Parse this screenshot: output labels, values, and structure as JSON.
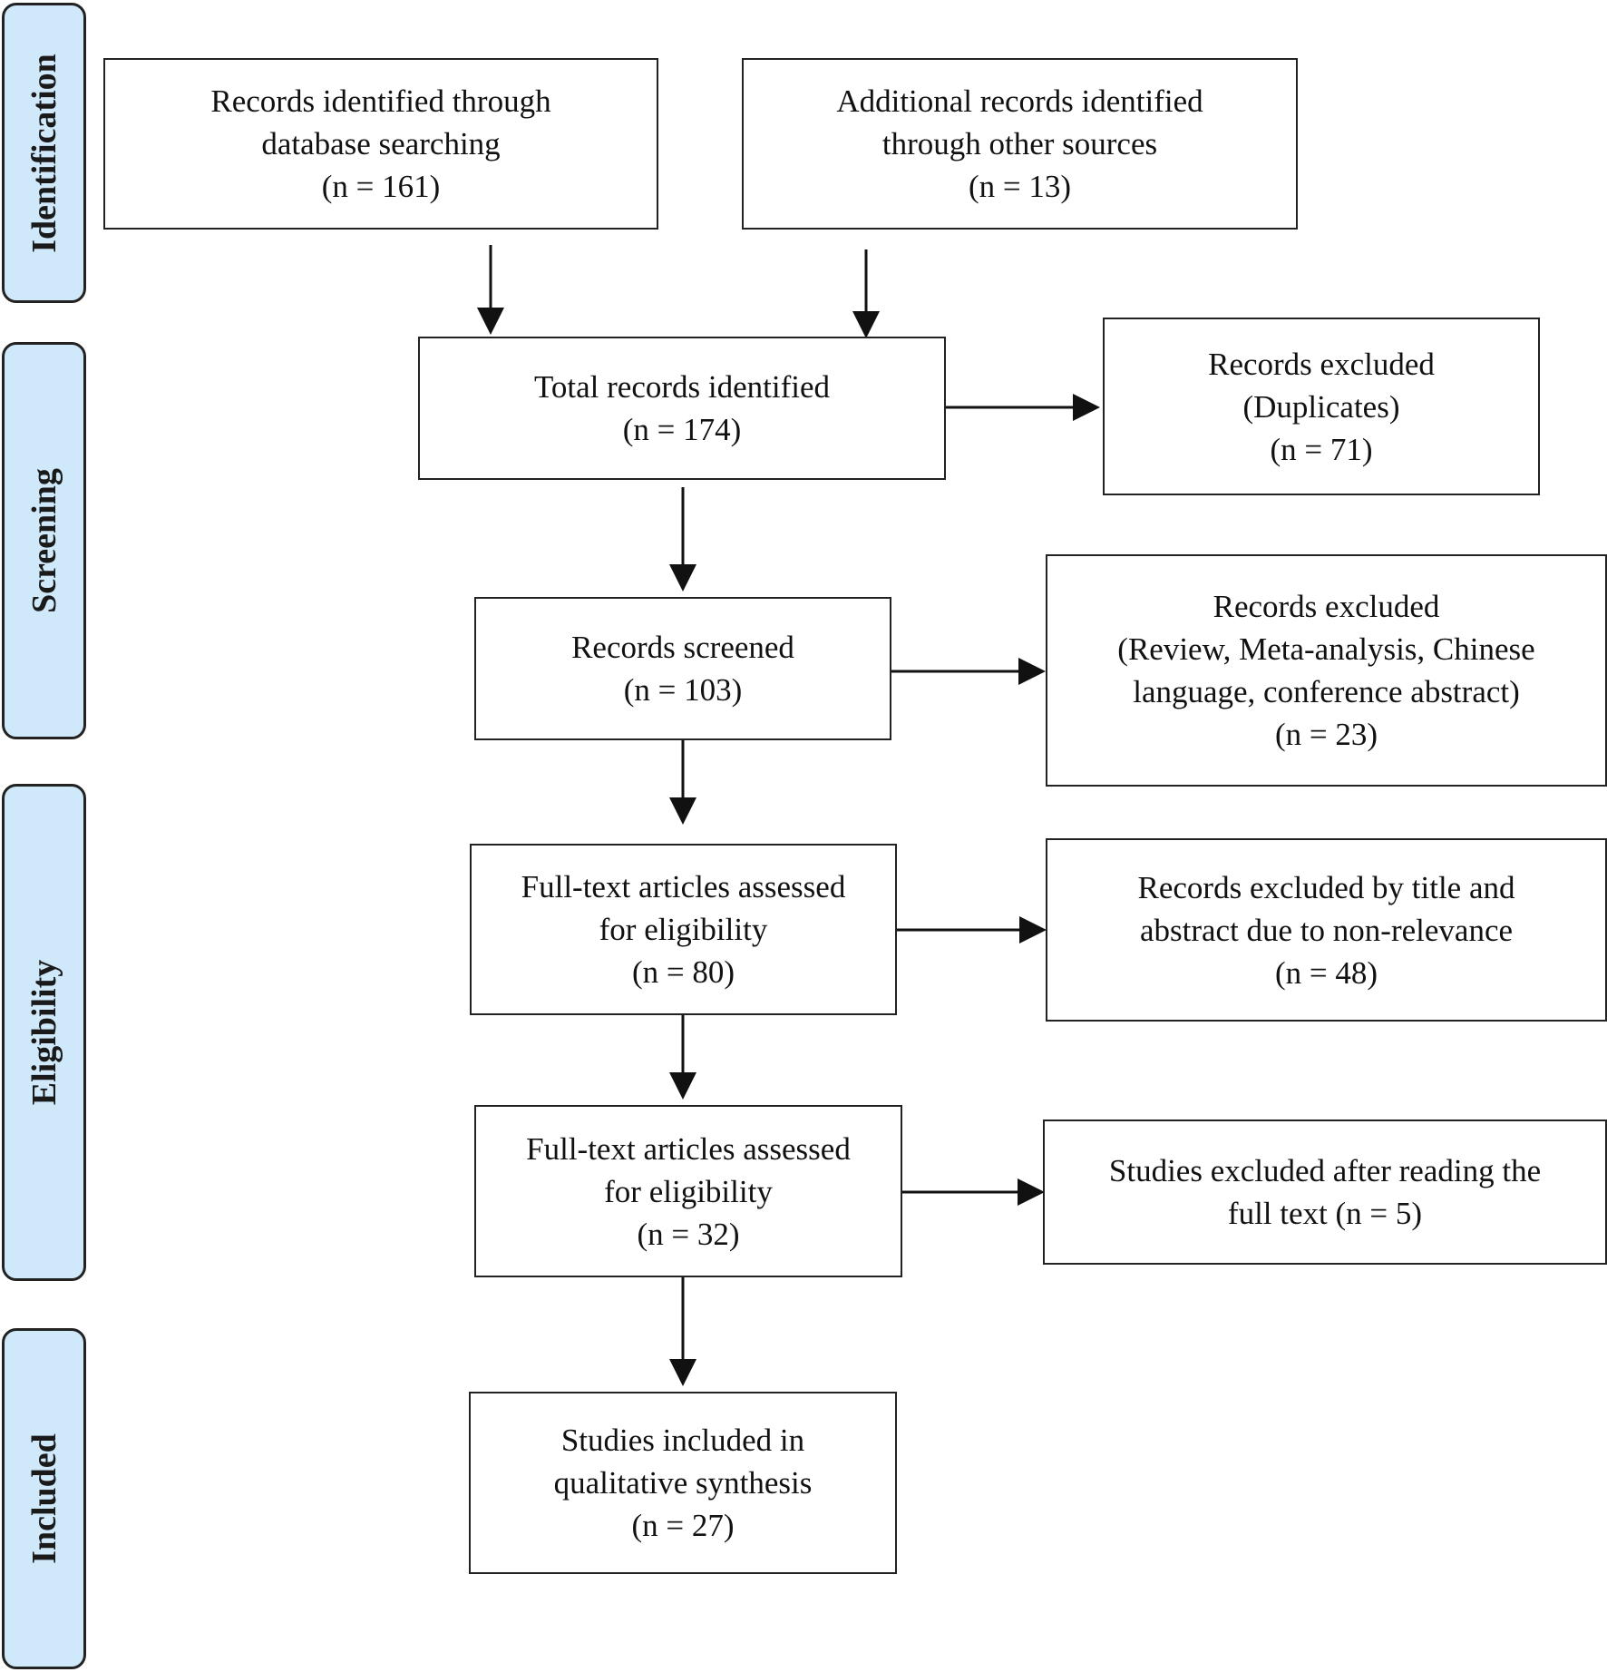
{
  "phases": {
    "identification": "Identification",
    "screening": "Screening",
    "eligibility": "Eligibility",
    "included": "Included"
  },
  "boxes": {
    "database": {
      "line1": "Records identified through",
      "line2": "database searching",
      "line3": "(n = 161)"
    },
    "other_sources": {
      "line1": "Additional records identified",
      "line2": "through other sources",
      "line3": "(n = 13)"
    },
    "total": {
      "line1": "Total records identified",
      "line2": "(n = 174)"
    },
    "duplicates": {
      "line1": "Records excluded",
      "line2": "(Duplicates)",
      "line3": "(n = 71)"
    },
    "screened": {
      "line1": "Records screened",
      "line2": "(n = 103)"
    },
    "excluded_review": {
      "line1": "Records excluded",
      "line2": "(Review, Meta-analysis, Chinese",
      "line3": "language, conference abstract)",
      "line4": "(n = 23)"
    },
    "fulltext_80": {
      "line1": "Full-text articles assessed",
      "line2": "for eligibility",
      "line3": "(n = 80)"
    },
    "excluded_title": {
      "line1": "Records excluded by title and",
      "line2": "abstract due to non-relevance",
      "line3": "(n = 48)"
    },
    "fulltext_32": {
      "line1": "Full-text articles assessed",
      "line2": "for eligibility",
      "line3": "(n = 32)"
    },
    "excluded_fulltext": {
      "line1": "Studies excluded after reading the",
      "line2": "full text (n = 5)"
    },
    "included": {
      "line1": "Studies included in",
      "line2": "qualitative synthesis",
      "line3": "(n = 27)"
    }
  }
}
